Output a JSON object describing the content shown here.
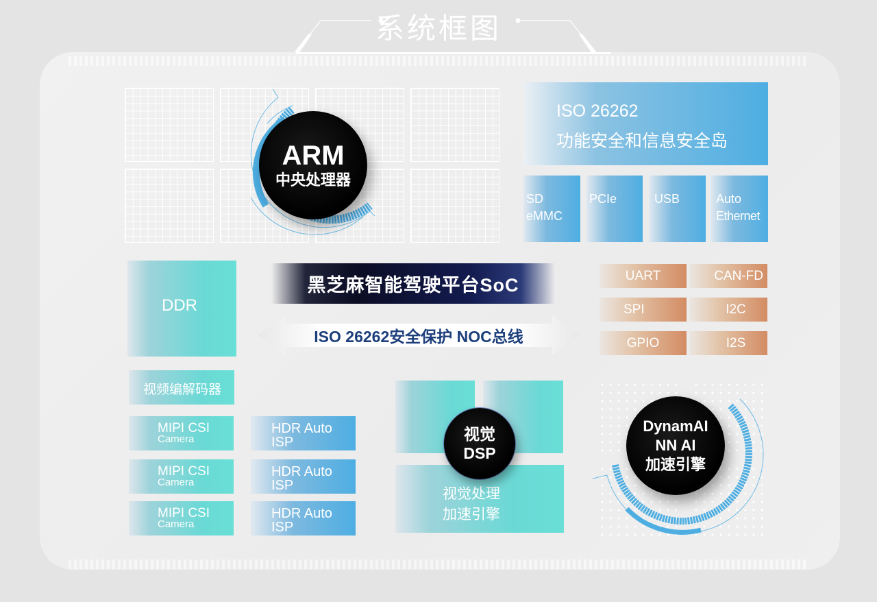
{
  "header": {
    "title": "系统框图"
  },
  "cpu": {
    "title": "ARM",
    "subtitle": "中央处理器"
  },
  "safety_island": {
    "line1": "ISO 26262",
    "line2": "功能安全和信息安全岛"
  },
  "interfaces_blue": [
    {
      "line1": "SD",
      "line2": "eMMC"
    },
    {
      "line1": "PCIe",
      "line2": ""
    },
    {
      "line1": "USB",
      "line2": ""
    },
    {
      "line1": "Auto",
      "line2": "Ethernet"
    }
  ],
  "memory": {
    "label": "DDR"
  },
  "codec": {
    "label": "视频编解码器"
  },
  "soc": {
    "title": "黑芝麻智能驾驶平台SoC"
  },
  "noc": {
    "label": "ISO 26262安全保护 NOC总线"
  },
  "interfaces_orange": [
    {
      "label": "UART"
    },
    {
      "label": "CAN-FD"
    },
    {
      "label": "SPI"
    },
    {
      "label": "I2C"
    },
    {
      "label": "GPIO"
    },
    {
      "label": "I2S"
    }
  ],
  "camera_inputs": [
    {
      "line1": "MIPI CSI",
      "line2": "Camera"
    },
    {
      "line1": "MIPI CSI",
      "line2": "Camera"
    },
    {
      "line1": "MIPI CSI",
      "line2": "Camera"
    }
  ],
  "isp_blocks": [
    {
      "line1": "HDR Auto",
      "line2": "ISP"
    },
    {
      "line1": "HDR Auto",
      "line2": "ISP"
    },
    {
      "line1": "HDR Auto",
      "line2": "ISP"
    }
  ],
  "dsp": {
    "title_line1": "视觉",
    "title_line2": "DSP",
    "desc_line1": "视觉处理",
    "desc_line2": "加速引擎"
  },
  "npu": {
    "line1": "DynamAI",
    "line2": "NN AI",
    "line3": "加速引擎"
  },
  "colors": {
    "blue": "#4eaee2",
    "teal": "#69dfd6",
    "orange": "#d38c63",
    "navy": "#131b4f",
    "noc_text": "#1c3f7c",
    "background": "#e4e4e4",
    "panel": "#efefef"
  }
}
